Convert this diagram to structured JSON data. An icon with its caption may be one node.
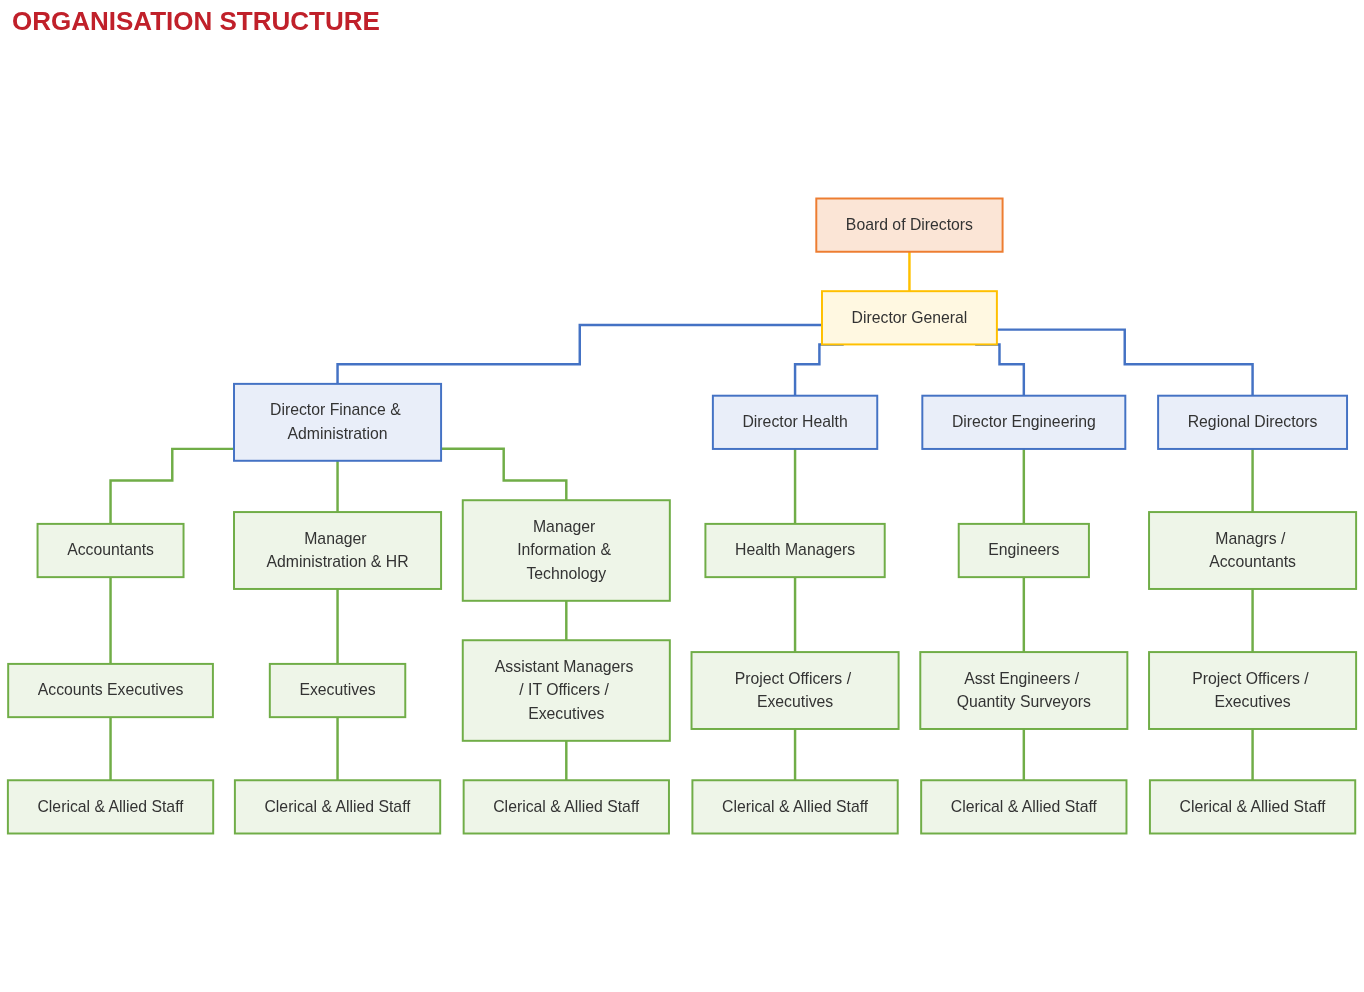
{
  "diagram": {
    "title": "ORGANISATION STRUCTURE",
    "nodes": [
      {
        "text": [
          "Board of Directors"
        ]
      },
      {
        "text": [
          "Director General"
        ]
      },
      {
        "text": [
          "Director Finance & Administration"
        ]
      },
      {
        "text": [
          "Director Health"
        ]
      },
      {
        "text": [
          "Director Engineering"
        ]
      },
      {
        "text": [
          "Regional Directors"
        ]
      },
      {
        "text": [
          "Accountants"
        ]
      },
      {
        "text": [
          "Manager Administration & HR"
        ]
      },
      {
        "text": [
          "Manager Information & Technology"
        ]
      },
      {
        "text": [
          "Health Managers"
        ]
      },
      {
        "text": [
          "Engineers"
        ]
      },
      {
        "text": [
          "Managrs / Accountants"
        ]
      },
      {
        "text": [
          "Accounts Executives"
        ]
      },
      {
        "text": [
          "Executives"
        ]
      },
      {
        "text": [
          "Assistant Managers / IT Officers / Executives"
        ]
      },
      {
        "text": [
          "Project Officers / Executives"
        ]
      },
      {
        "text": [
          "Asst Engineers / Quantity Surveyors"
        ]
      },
      {
        "text": [
          "Project Officers / Executives"
        ]
      },
      {
        "text": [
          "Clerical & Allied Staff"
        ]
      },
      {
        "text": [
          "Clerical & Allied Staff"
        ]
      },
      {
        "text": [
          "Clerical & Allied Staff"
        ]
      },
      {
        "text": [
          "Clerical & Allied Staff"
        ]
      },
      {
        "text": [
          "Clerical & Allied Staff"
        ]
      },
      {
        "text": [
          "Clerical & Allied Staff"
        ]
      }
    ],
    "edges": [
      {
        "from": 0,
        "to": 1,
        "arrow": "none",
        "color": "#ffc000"
      },
      {
        "from": 1,
        "to": 2,
        "arrow": "none",
        "color": "#4472c4"
      },
      {
        "from": 1,
        "to": 3,
        "arrow": "none",
        "color": "#4472c4"
      },
      {
        "from": 1,
        "to": 4,
        "arrow": "none",
        "color": "#4472c4"
      },
      {
        "from": 1,
        "to": 5,
        "arrow": "none",
        "color": "#4472c4"
      },
      {
        "from": 2,
        "to": 6,
        "arrow": "none"
      },
      {
        "from": 2,
        "to": 7,
        "arrow": "none"
      },
      {
        "from": 2,
        "to": 8,
        "arrow": "none"
      },
      {
        "from": 3,
        "to": 9,
        "arrow": "none"
      },
      {
        "from": 4,
        "to": 10,
        "arrow": "none"
      },
      {
        "from": 5,
        "to": 11,
        "arrow": "none"
      },
      {
        "from": 6,
        "to": 12,
        "arrow": "none"
      },
      {
        "from": 7,
        "to": 13,
        "arrow": "none"
      },
      {
        "from": 8,
        "to": 14,
        "arrow": "none"
      },
      {
        "from": 9,
        "to": 15,
        "arrow": "none"
      },
      {
        "from": 10,
        "to": 16,
        "arrow": "none"
      },
      {
        "from": 11,
        "to": 17,
        "arrow": "none"
      },
      {
        "from": 12,
        "to": 18,
        "arrow": "none"
      },
      {
        "from": 13,
        "to": 19,
        "arrow": "none"
      },
      {
        "from": 14,
        "to": 20,
        "arrow": "none"
      },
      {
        "from": 15,
        "to": 21,
        "arrow": "none"
      },
      {
        "from": 16,
        "to": 22,
        "arrow": "none"
      },
      {
        "from": 17,
        "to": 23,
        "arrow": "none"
      }
    ]
  }
}
